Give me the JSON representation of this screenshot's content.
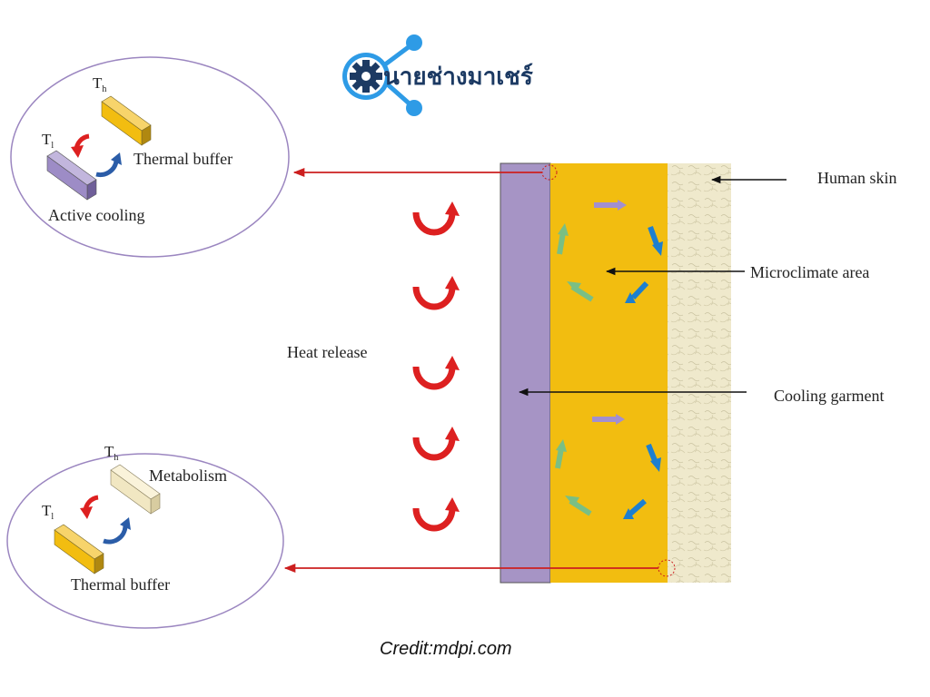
{
  "logo": {
    "text": "นายช่างมาเชร์",
    "icon": "gear-icon",
    "accent": "#2e9be6"
  },
  "labels": {
    "human_skin": "Human skin",
    "microclimate_area": "Microclimate area",
    "cooling_garment": "Cooling garment",
    "heat_release": "Heat release"
  },
  "inset_top": {
    "t_high_base": "T",
    "t_high_sub": "h",
    "t_low_base": "T",
    "t_low_sub": "l",
    "block_upper": "Thermal buffer",
    "block_lower": "Active cooling"
  },
  "inset_bottom": {
    "t_high_base": "T",
    "t_high_sub": "h",
    "t_low_base": "T",
    "t_low_sub": "l",
    "block_upper": "Metabolism",
    "block_lower": "Thermal buffer"
  },
  "credit": "Credit:mdpi.com",
  "colors": {
    "garment": "#a694c5",
    "microclimate": "#f2bd10",
    "skin": "#efe9cc",
    "heat_arrow": "#dd2020",
    "pointer_red": "#cc1f1f",
    "ellipse": "#9b86c0"
  }
}
